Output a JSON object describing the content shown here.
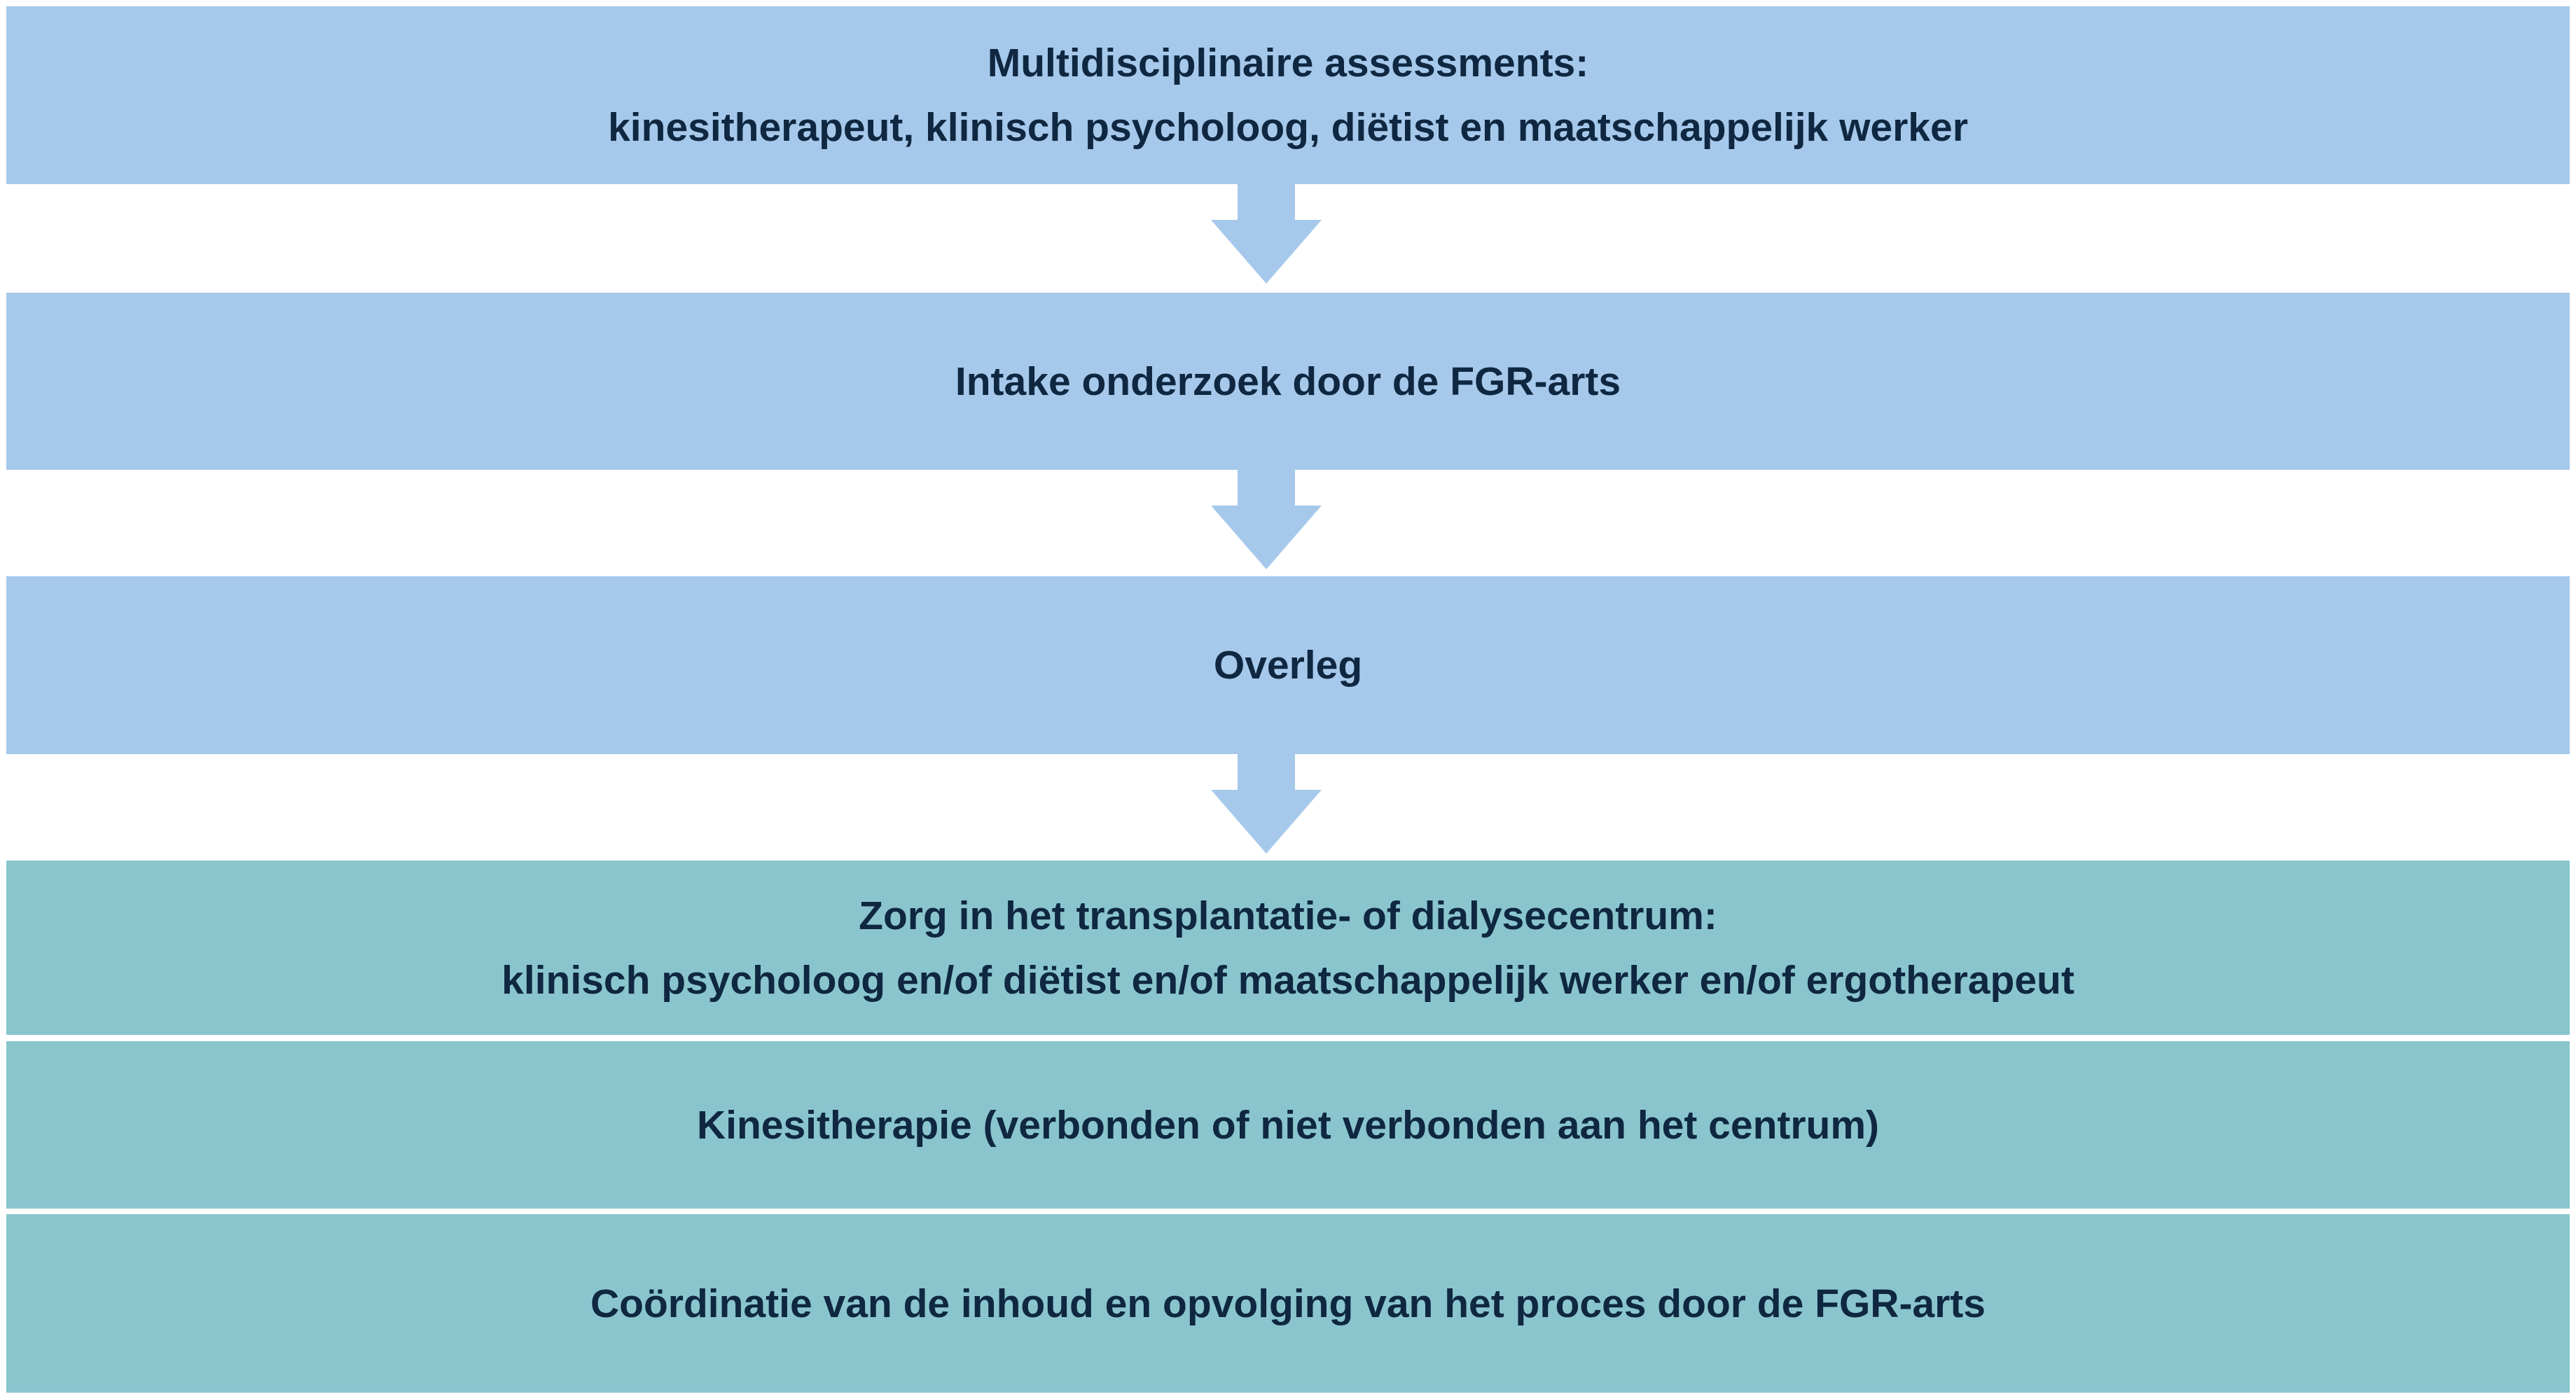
{
  "colors": {
    "blue_box": "#a6c9eb",
    "teal_box": "#8ac5ce",
    "text": "#0f2740"
  },
  "steps": [
    {
      "line1": "Multidisciplinaire assessments:",
      "line2": "kinesitherapeut, klinisch psycholoog, diëtist en maatschappelijk werker"
    },
    {
      "line1": "Intake onderzoek door de FGR-arts"
    },
    {
      "line1": "Overleg"
    }
  ],
  "care": [
    {
      "line1": "Zorg in het transplantatie- of dialysecentrum:",
      "line2": "klinisch psycholoog en/of diëtist en/of maatschappelijk werker en/of ergotherapeut"
    },
    {
      "line1": "Kinesitherapie (verbonden of niet verbonden aan het centrum)"
    },
    {
      "line1": "Coördinatie van de inhoud en opvolging van het proces door de FGR-arts"
    }
  ]
}
